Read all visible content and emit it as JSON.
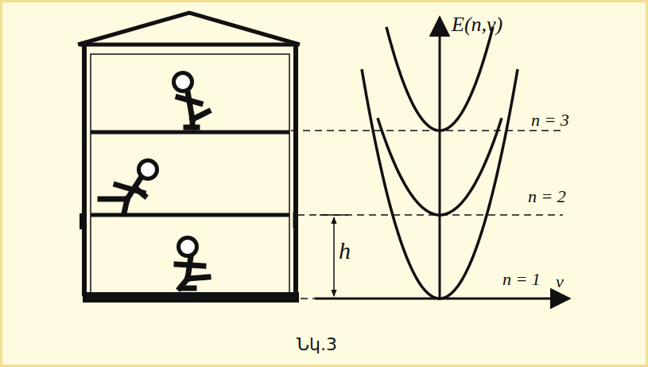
{
  "diagram": {
    "caption": "Նկ.3",
    "labels": [
      "E(n,v)",
      "n = 3",
      "n = 2",
      "n = 1",
      "v",
      "h"
    ]
  }
}
